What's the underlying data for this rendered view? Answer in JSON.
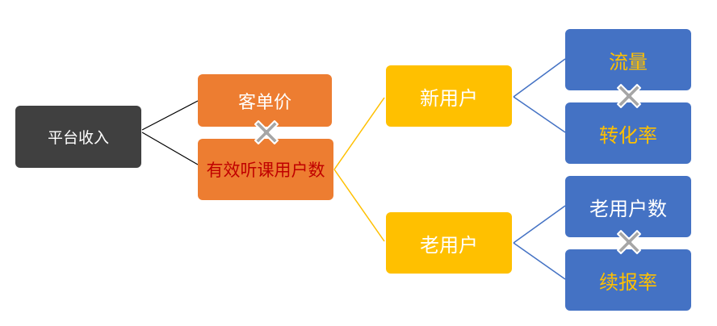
{
  "diagram": {
    "type": "tree",
    "colors": {
      "root_fill": "#404040",
      "level1_fill": "#ED7D31",
      "level2_fill": "#FFC000",
      "level3_fill": "#4472C4",
      "highlight_text": "#C00000",
      "gold_text": "#FFC000",
      "white_text": "#FFFFFF",
      "root_links": "#000000",
      "level1_links": "#FFC000",
      "level2_links": "#4472C4",
      "multiply_marker": "#A6A6A6"
    },
    "root": {
      "label": "平台收入"
    },
    "level1": [
      {
        "label": "客单价"
      },
      {
        "label": "有效听课用户数"
      }
    ],
    "level2": [
      {
        "label": "新用户"
      },
      {
        "label": "老用户"
      }
    ],
    "level3": [
      {
        "label": "流量",
        "parent": "新用户"
      },
      {
        "label": "转化率",
        "parent": "新用户"
      },
      {
        "label": "老用户数",
        "parent": "老用户"
      },
      {
        "label": "续报率",
        "parent": "老用户"
      }
    ],
    "operators": [
      {
        "symbol": "×",
        "between": [
          "客单价",
          "有效听课用户数"
        ]
      },
      {
        "symbol": "×",
        "between": [
          "流量",
          "转化率"
        ]
      },
      {
        "symbol": "×",
        "between": [
          "老用户数",
          "续报率"
        ]
      }
    ]
  }
}
